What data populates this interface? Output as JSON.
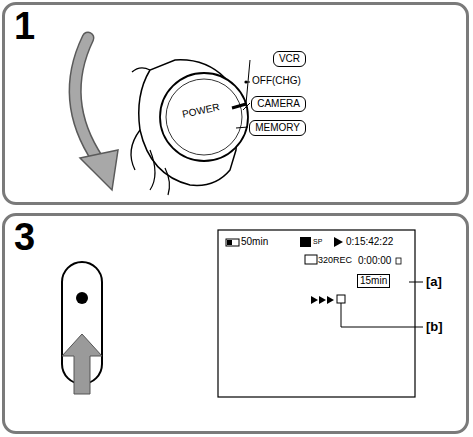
{
  "diagram": {
    "nodes": [
      {
        "text": [
          "1"
        ]
      },
      {
        "text": [
          "VCR"
        ],
        "in": 0
      },
      {
        "text": [
          "CAMERA"
        ],
        "in": 0
      },
      {
        "text": [
          "MEMORY"
        ],
        "in": 0
      },
      {
        "text": [
          "3"
        ]
      },
      {
        "text": [
          "15min"
        ],
        "in": 4
      }
    ],
    "labels": [
      "POWER",
      "OFF(CHG)",
      "50min",
      "SP",
      "0:15:42:22",
      "320REC",
      "0:00:00",
      "[a]",
      "[b]"
    ]
  }
}
